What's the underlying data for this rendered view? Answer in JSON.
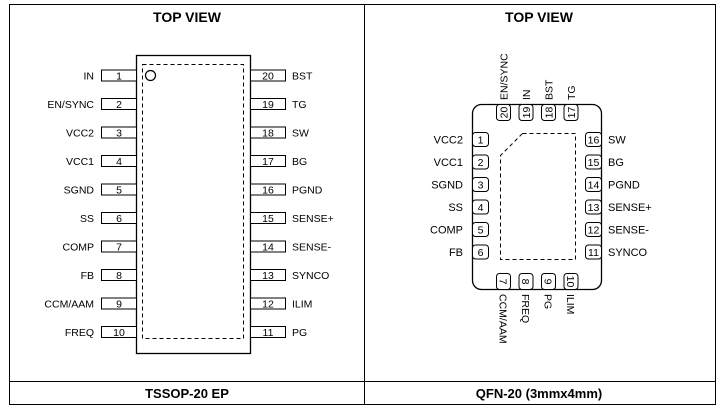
{
  "panels": {
    "left": {
      "title": "TOP VIEW",
      "caption": "TSSOP-20 EP",
      "pins_left": [
        {
          "num": "1",
          "name": "IN"
        },
        {
          "num": "2",
          "name": "EN/SYNC"
        },
        {
          "num": "3",
          "name": "VCC2"
        },
        {
          "num": "4",
          "name": "VCC1"
        },
        {
          "num": "5",
          "name": "SGND"
        },
        {
          "num": "6",
          "name": "SS"
        },
        {
          "num": "7",
          "name": "COMP"
        },
        {
          "num": "8",
          "name": "FB"
        },
        {
          "num": "9",
          "name": "CCM/AAM"
        },
        {
          "num": "10",
          "name": "FREQ"
        }
      ],
      "pins_right": [
        {
          "num": "20",
          "name": "BST"
        },
        {
          "num": "19",
          "name": "TG"
        },
        {
          "num": "18",
          "name": "SW"
        },
        {
          "num": "17",
          "name": "BG"
        },
        {
          "num": "16",
          "name": "PGND"
        },
        {
          "num": "15",
          "name": "SENSE+"
        },
        {
          "num": "14",
          "name": "SENSE-"
        },
        {
          "num": "13",
          "name": "SYNCO"
        },
        {
          "num": "12",
          "name": "ILIM"
        },
        {
          "num": "11",
          "name": "PG"
        }
      ]
    },
    "right": {
      "title": "TOP VIEW",
      "caption": "QFN-20 (3mmx4mm)",
      "pins_top": [
        {
          "num": "20",
          "name": "EN/SYNC"
        },
        {
          "num": "19",
          "name": "IN"
        },
        {
          "num": "18",
          "name": "BST"
        },
        {
          "num": "17",
          "name": "TG"
        }
      ],
      "pins_left": [
        {
          "num": "1",
          "name": "VCC2"
        },
        {
          "num": "2",
          "name": "VCC1"
        },
        {
          "num": "3",
          "name": "SGND"
        },
        {
          "num": "4",
          "name": "SS"
        },
        {
          "num": "5",
          "name": "COMP"
        },
        {
          "num": "6",
          "name": "FB"
        }
      ],
      "pins_bottom": [
        {
          "num": "7",
          "name": "CCM/AAM"
        },
        {
          "num": "8",
          "name": "FREQ"
        },
        {
          "num": "9",
          "name": "PG"
        },
        {
          "num": "10",
          "name": "ILIM"
        }
      ],
      "pins_right": [
        {
          "num": "16",
          "name": "SW"
        },
        {
          "num": "15",
          "name": "BG"
        },
        {
          "num": "14",
          "name": "PGND"
        },
        {
          "num": "13",
          "name": "SENSE+"
        },
        {
          "num": "12",
          "name": "SENSE-"
        },
        {
          "num": "11",
          "name": "SYNCO"
        }
      ]
    }
  }
}
